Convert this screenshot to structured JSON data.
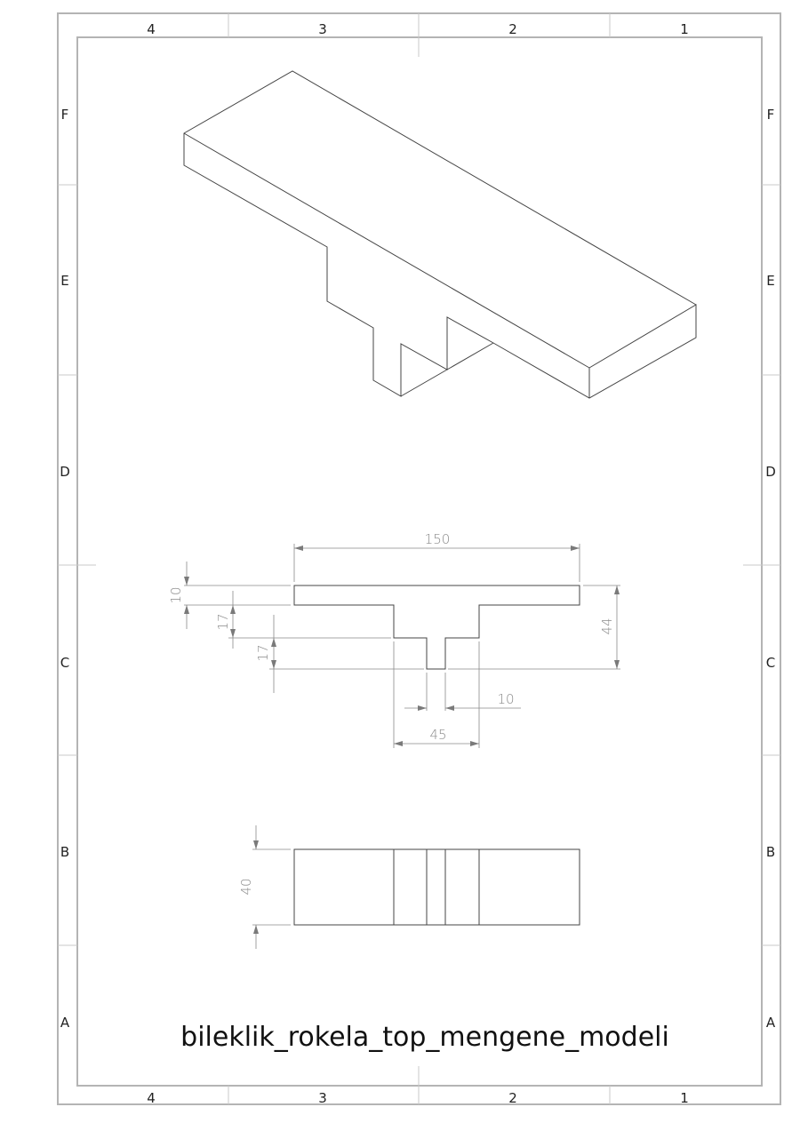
{
  "sheet": {
    "title": "bileklik_rokela_top_mengene_modeli",
    "columns": [
      "4",
      "3",
      "2",
      "1"
    ],
    "rows": [
      "F",
      "E",
      "D",
      "C",
      "B",
      "A"
    ]
  },
  "front_view": {
    "dimensions": {
      "overall_width": "150",
      "flange_thickness": "10",
      "step_height": "17",
      "slot_height": "17",
      "overall_height": "44",
      "slot_width": "10",
      "stem_width": "45"
    }
  },
  "top_view": {
    "dimensions": {
      "depth": "40"
    }
  }
}
